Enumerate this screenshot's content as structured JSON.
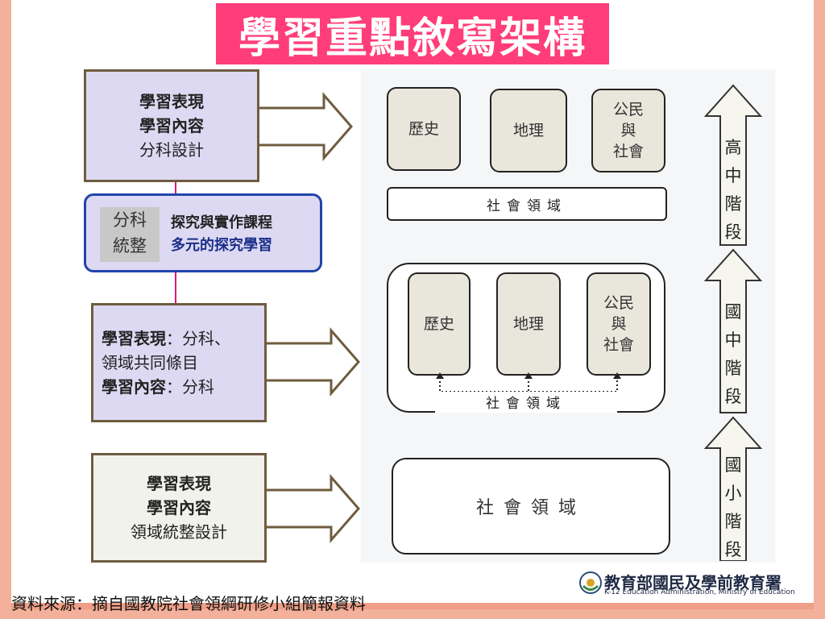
{
  "title": "學習重點敘寫架構",
  "left": {
    "high": {
      "line1": "學習表現",
      "line2": "學習內容",
      "line3": "分科設計"
    },
    "integration": {
      "tag_line1": "分科",
      "tag_line2": "統整",
      "item1": "探究與實作課程",
      "item2": "多元的探究學習"
    },
    "middle": {
      "perf_label": "學習表現",
      "perf_rest": "：分科、",
      "line2": "領域共同條目",
      "content_label": "學習內容",
      "content_rest": "：分科"
    },
    "elementary": {
      "line1": "學習表現",
      "line2": "學習內容",
      "line3": "領域統整設計"
    }
  },
  "right": {
    "high": {
      "subject1": "歷史",
      "subject2": "地理",
      "subject3_l1": "公民",
      "subject3_l2": "與",
      "subject3_l3": "社會",
      "domain": "社會領域"
    },
    "middle": {
      "subject1": "歷史",
      "subject2": "地理",
      "subject3_l1": "公民",
      "subject3_l2": "與",
      "subject3_l3": "社會",
      "domain": "社會領域"
    },
    "elementary": {
      "domain": "社會領域"
    }
  },
  "stages": [
    {
      "chars": [
        "高",
        "中",
        "階",
        "段"
      ]
    },
    {
      "chars": [
        "國",
        "中",
        "階",
        "段"
      ]
    },
    {
      "chars": [
        "國",
        "小",
        "階",
        "段"
      ]
    }
  ],
  "source": "資料來源：摘自國教院社會領綱研修小組簡報資料",
  "logo": {
    "name_zh": "教育部國民及學前教育署",
    "name_en": "K-12 Education Administration, Ministry of Education"
  },
  "colors": {
    "title_bg": "#ff3d7a",
    "stripe": "#f3b09a",
    "box_fill": "#ded9f3",
    "box_border": "#6f5c3f",
    "blue_border": "#2244aa"
  }
}
